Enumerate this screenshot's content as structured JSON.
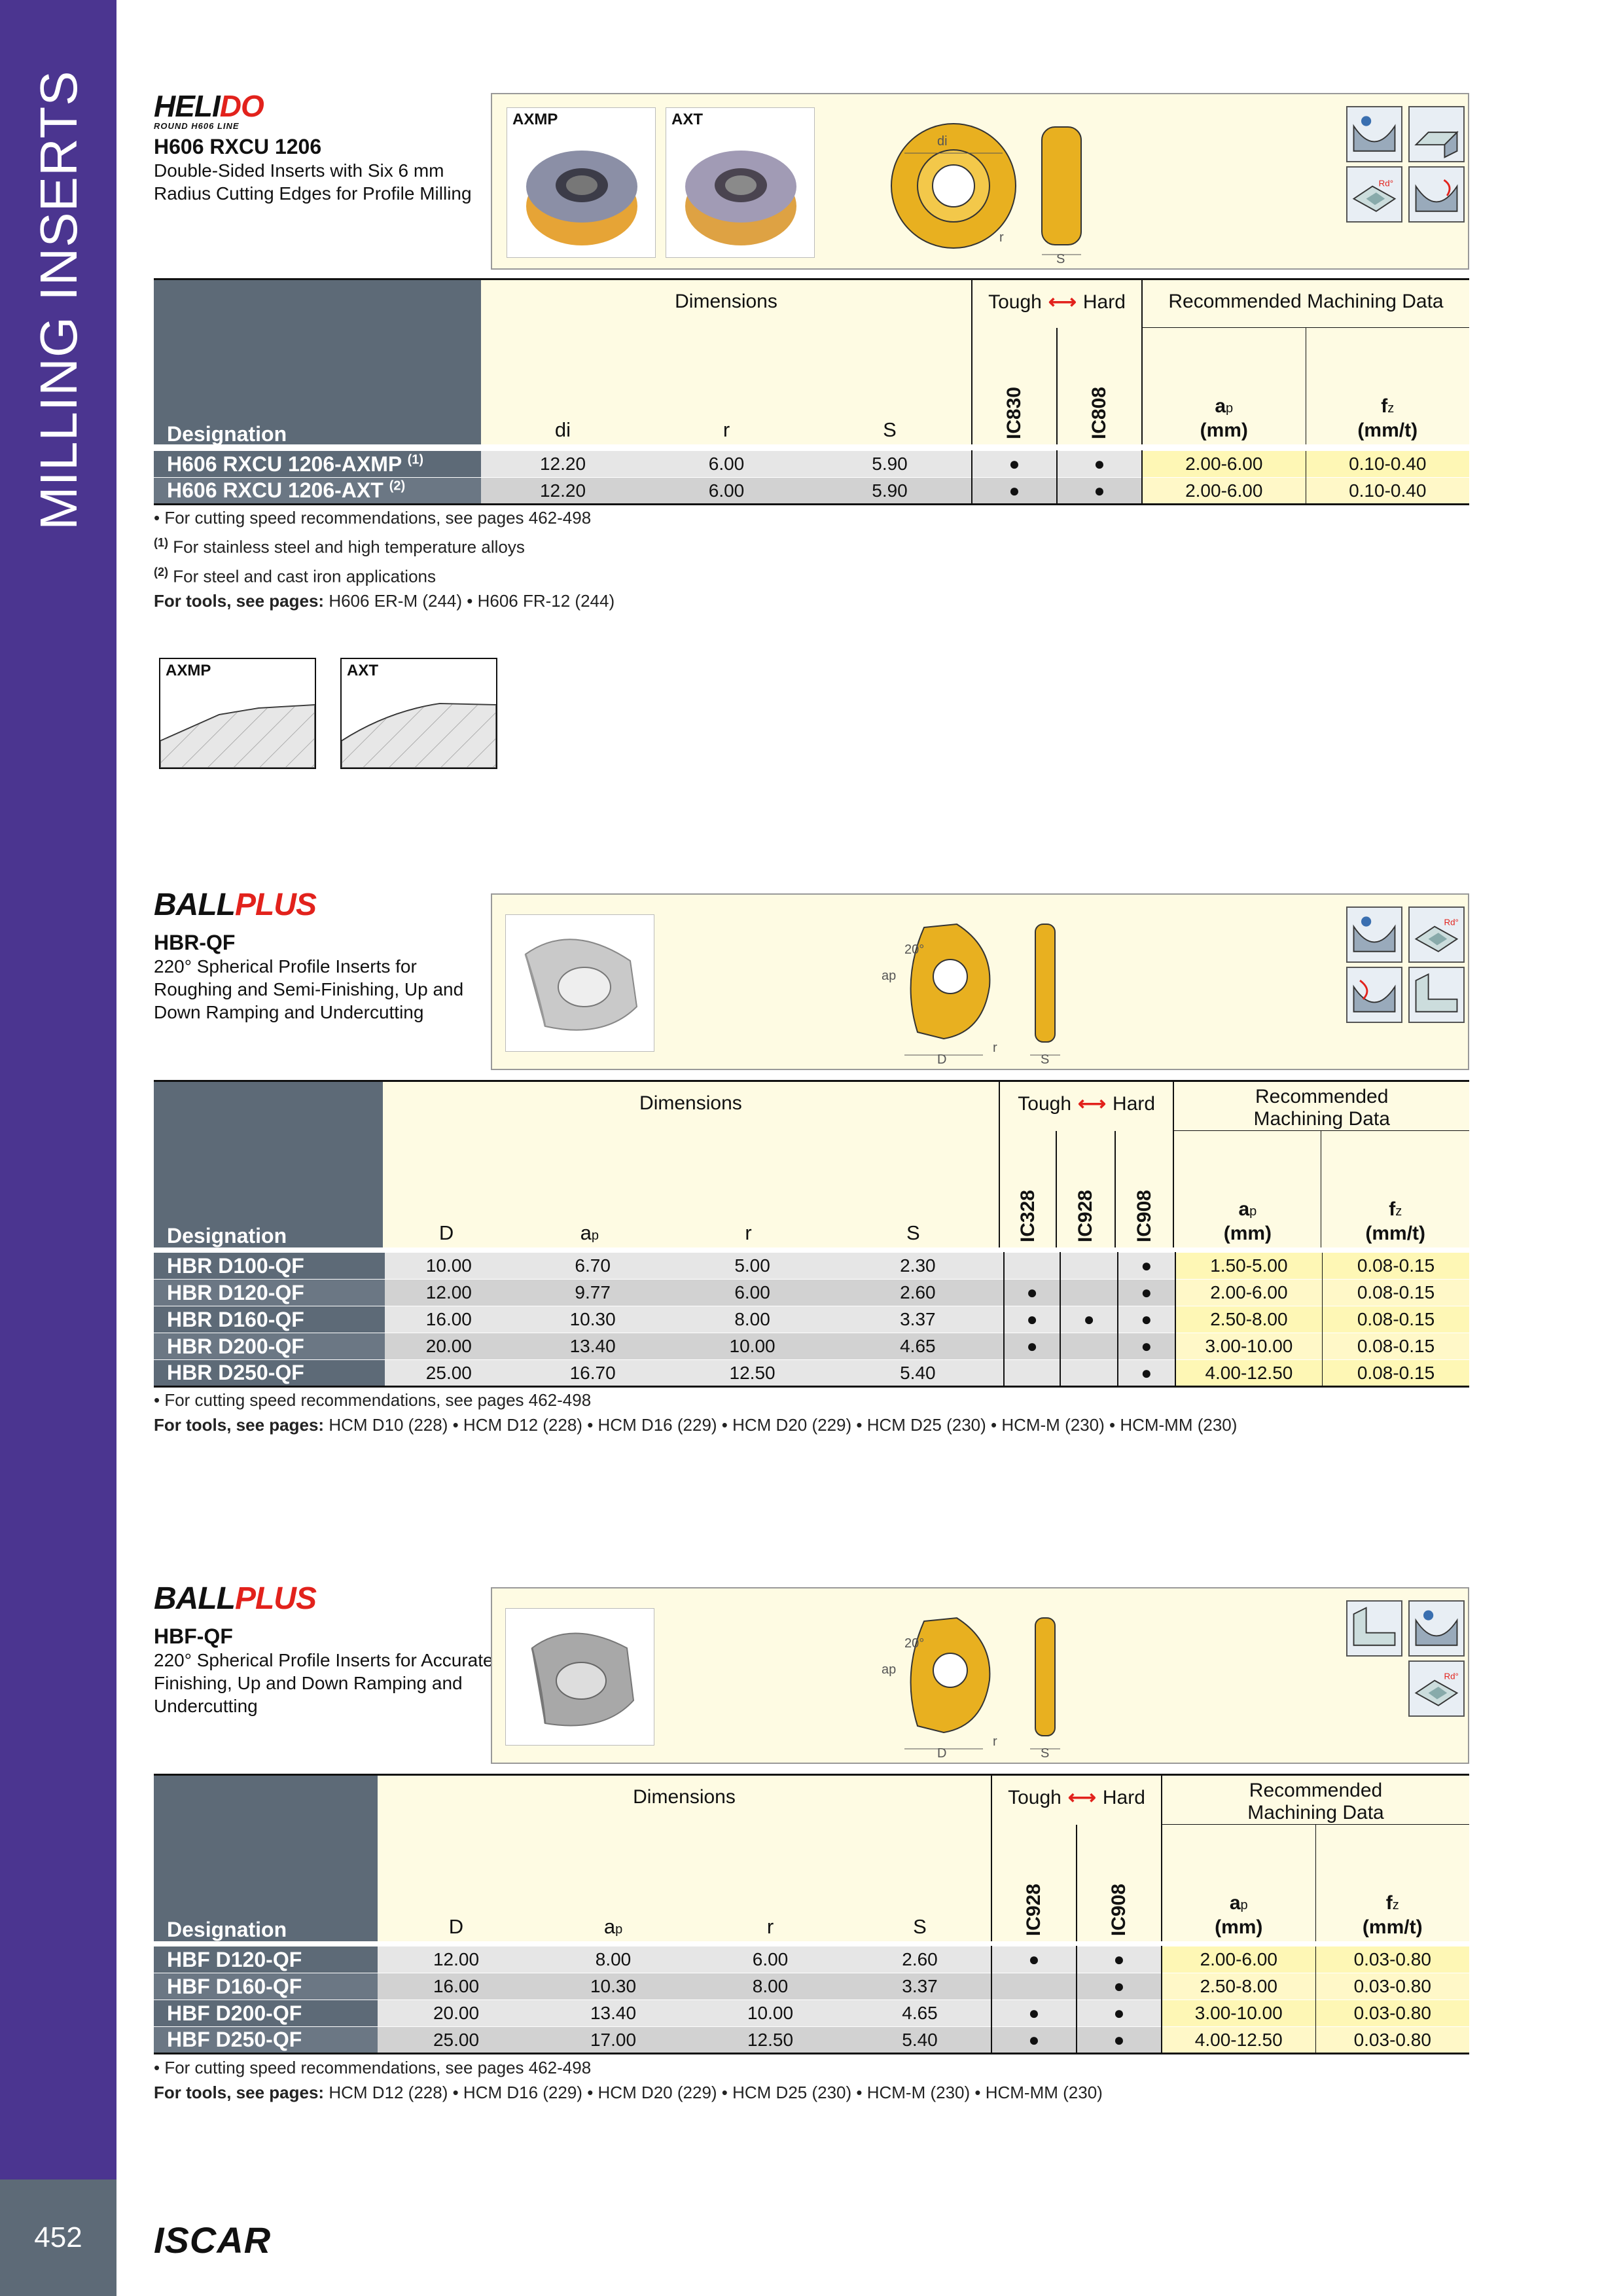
{
  "side_title": "MILLING INSERTS",
  "page_number": "452",
  "footer_brand": "ISCAR",
  "sections": [
    {
      "logo_a": "HELI",
      "logo_b": "DO",
      "logo_sub": "ROUND H606 LINE",
      "code": "H606 RXCU 1206",
      "desc": "Double-Sided Inserts with Six 6 mm Radius Cutting Edges for Profile Milling",
      "photo_labels": [
        "AXMP",
        "AXT"
      ],
      "drawing_labels": {
        "di": "di",
        "r": "r",
        "s": "S"
      },
      "icon_labels": [
        "Rd°"
      ],
      "table": {
        "designation": "Designation",
        "dimensions": "Dimensions",
        "tough": "Tough",
        "hard": "Hard",
        "recommended": "Recommended Machining Data",
        "dim_cols": [
          "di",
          "r",
          "S"
        ],
        "grades": [
          "IC830",
          "IC808"
        ],
        "ap": "a",
        "ap_sub": "p",
        "ap_unit": "(mm)",
        "fz": "f",
        "fz_sub": "z",
        "fz_unit": "(mm/t)",
        "rows": [
          {
            "name": "H606 RXCU 1206-AXMP",
            "note": "(1)",
            "dims": [
              "12.20",
              "6.00",
              "5.90"
            ],
            "grades": [
              "●",
              "●"
            ],
            "ap": "2.00-6.00",
            "fz": "0.10-0.40"
          },
          {
            "name": "H606 RXCU 1206-AXT",
            "note": "(2)",
            "dims": [
              "12.20",
              "6.00",
              "5.90"
            ],
            "grades": [
              "●",
              "●"
            ],
            "ap": "2.00-6.00",
            "fz": "0.10-0.40"
          }
        ]
      },
      "notes": [
        "• For cutting speed recommendations, see pages 462-498",
        "For stainless steel and high temperature alloys",
        "For steel and cast iron applications"
      ],
      "note_marks": [
        "(1)",
        "(2)"
      ],
      "tools_label": "For tools, see pages:",
      "tools_text": "H606 ER-M (244) • H606 FR-12 (244)",
      "profiles": [
        "AXMP",
        "AXT"
      ]
    },
    {
      "logo_a": "BALL",
      "logo_b": "PLUS",
      "code": "HBR-QF",
      "desc": "220° Spherical Profile Inserts for Roughing and Semi-Finishing, Up and Down Ramping and Undercutting",
      "drawing_labels": {
        "angle": "20°",
        "ap": "ap",
        "d": "D",
        "r": "r",
        "s": "S"
      },
      "table": {
        "designation": "Designation",
        "dimensions": "Dimensions",
        "tough": "Tough",
        "hard": "Hard",
        "recommended_1": "Recommended",
        "recommended_2": "Machining Data",
        "dim_cols": [
          "D",
          "a",
          "r",
          "S"
        ],
        "grades": [
          "IC328",
          "IC928",
          "IC908"
        ],
        "ap": "a",
        "ap_sub": "p",
        "ap_unit": "(mm)",
        "fz": "f",
        "fz_sub": "z",
        "fz_unit": "(mm/t)",
        "rows": [
          {
            "name": "HBR D100-QF",
            "dims": [
              "10.00",
              "6.70",
              "5.00",
              "2.30"
            ],
            "grades": [
              "",
              "",
              "●"
            ],
            "ap": "1.50-5.00",
            "fz": "0.08-0.15"
          },
          {
            "name": "HBR D120-QF",
            "dims": [
              "12.00",
              "9.77",
              "6.00",
              "2.60"
            ],
            "grades": [
              "●",
              "",
              "●"
            ],
            "ap": "2.00-6.00",
            "fz": "0.08-0.15"
          },
          {
            "name": "HBR D160-QF",
            "dims": [
              "16.00",
              "10.30",
              "8.00",
              "3.37"
            ],
            "grades": [
              "●",
              "●",
              "●"
            ],
            "ap": "2.50-8.00",
            "fz": "0.08-0.15"
          },
          {
            "name": "HBR D200-QF",
            "dims": [
              "20.00",
              "13.40",
              "10.00",
              "4.65"
            ],
            "grades": [
              "●",
              "",
              "●"
            ],
            "ap": "3.00-10.00",
            "fz": "0.08-0.15"
          },
          {
            "name": "HBR D250-QF",
            "dims": [
              "25.00",
              "16.70",
              "12.50",
              "5.40"
            ],
            "grades": [
              "",
              "",
              "●"
            ],
            "ap": "4.00-12.50",
            "fz": "0.08-0.15"
          }
        ]
      },
      "notes": [
        "• For cutting speed recommendations, see pages 462-498"
      ],
      "tools_label": "For tools, see pages:",
      "tools_text": "HCM D10 (228) • HCM D12 (228) • HCM D16 (229) • HCM D20 (229) • HCM D25 (230) • HCM-M (230) • HCM-MM (230)"
    },
    {
      "logo_a": "BALL",
      "logo_b": "PLUS",
      "code": "HBF-QF",
      "desc": "220° Spherical Profile Inserts for Accurate Finishing, Up and Down Ramping and Undercutting",
      "drawing_labels": {
        "angle": "20°",
        "ap": "ap",
        "d": "D",
        "r": "r",
        "s": "S"
      },
      "table": {
        "designation": "Designation",
        "dimensions": "Dimensions",
        "tough": "Tough",
        "hard": "Hard",
        "recommended_1": "Recommended",
        "recommended_2": "Machining Data",
        "dim_cols": [
          "D",
          "a",
          "r",
          "S"
        ],
        "grades": [
          "IC928",
          "IC908"
        ],
        "ap": "a",
        "ap_sub": "p",
        "ap_unit": "(mm)",
        "fz": "f",
        "fz_sub": "z",
        "fz_unit": "(mm/t)",
        "rows": [
          {
            "name": "HBF D120-QF",
            "dims": [
              "12.00",
              "8.00",
              "6.00",
              "2.60"
            ],
            "grades": [
              "●",
              "●"
            ],
            "ap": "2.00-6.00",
            "fz": "0.03-0.80"
          },
          {
            "name": "HBF D160-QF",
            "dims": [
              "16.00",
              "10.30",
              "8.00",
              "3.37"
            ],
            "grades": [
              "",
              "●"
            ],
            "ap": "2.50-8.00",
            "fz": "0.03-0.80"
          },
          {
            "name": "HBF D200-QF",
            "dims": [
              "20.00",
              "13.40",
              "10.00",
              "4.65"
            ],
            "grades": [
              "●",
              "●"
            ],
            "ap": "3.00-10.00",
            "fz": "0.03-0.80"
          },
          {
            "name": "HBF D250-QF",
            "dims": [
              "25.00",
              "17.00",
              "12.50",
              "5.40"
            ],
            "grades": [
              "●",
              "●"
            ],
            "ap": "4.00-12.50",
            "fz": "0.03-0.80"
          }
        ]
      },
      "notes": [
        "• For cutting speed recommendations, see pages 462-498"
      ],
      "tools_label": "For tools, see pages:",
      "tools_text": "HCM D12 (228) • HCM D16 (229) • HCM D20 (229) • HCM D25 (230) • HCM-M (230) • HCM-MM (230)"
    }
  ],
  "colors": {
    "band": "#4b3590",
    "header_gray": "#5d6a77",
    "yellow": "#fef7b5",
    "insert_gold": "#e8b020",
    "accent_red": "#e2221c"
  }
}
